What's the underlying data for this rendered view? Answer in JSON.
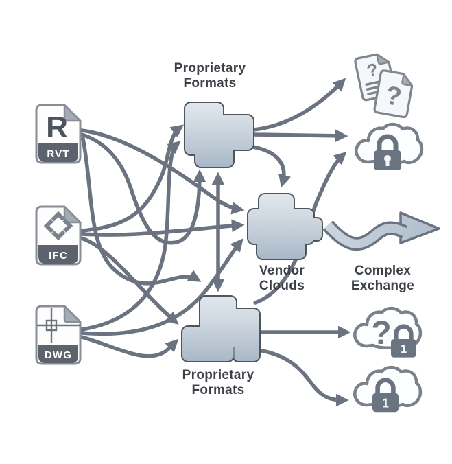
{
  "diagram": {
    "source_files": [
      {
        "id": "rvt",
        "label": "RVT",
        "glyph": "R",
        "icon": "revit-file-icon"
      },
      {
        "id": "ifc",
        "label": "IFC",
        "icon": "ifc-file-icon"
      },
      {
        "id": "dwg",
        "label": "DWG",
        "icon": "dwg-file-icon"
      }
    ],
    "nodes": {
      "proprietary_top": {
        "label": "Proprietary Formats"
      },
      "vendor_clouds": {
        "label": "Vendor Clouds"
      },
      "proprietary_bottom": {
        "label": "Proprietary Formats"
      },
      "complex_exchange": {
        "label": "Complex Exchange"
      }
    },
    "outputs": [
      {
        "id": "unknown-documents",
        "icon": "question-documents-icon"
      },
      {
        "id": "locked-cloud",
        "icon": "cloud-lock-icon"
      },
      {
        "id": "question-locked-cloud",
        "icon": "cloud-question-lock-icon",
        "badge": "1"
      },
      {
        "id": "locked-cloud-one",
        "icon": "cloud-lock-icon",
        "badge": "1"
      }
    ],
    "glyphs": {
      "question": "?",
      "one": "1"
    },
    "flows": [
      {
        "from": "rvt",
        "to": "proprietary_top"
      },
      {
        "from": "rvt",
        "to": "vendor_clouds"
      },
      {
        "from": "rvt",
        "to": "proprietary_bottom"
      },
      {
        "from": "ifc",
        "to": "proprietary_top"
      },
      {
        "from": "ifc",
        "to": "vendor_clouds"
      },
      {
        "from": "ifc",
        "to": "proprietary_bottom"
      },
      {
        "from": "dwg",
        "to": "proprietary_top"
      },
      {
        "from": "dwg",
        "to": "vendor_clouds"
      },
      {
        "from": "dwg",
        "to": "proprietary_bottom"
      },
      {
        "from": "proprietary_top",
        "to": "proprietary_bottom",
        "bidirectional": true
      },
      {
        "from": "proprietary_top",
        "to": "vendor_clouds"
      },
      {
        "from": "proprietary_top",
        "to": "unknown-documents"
      },
      {
        "from": "proprietary_top",
        "to": "locked-cloud"
      },
      {
        "from": "proprietary_bottom",
        "to": "locked-cloud"
      },
      {
        "from": "proprietary_bottom",
        "to": "question-locked-cloud"
      },
      {
        "from": "proprietary_bottom",
        "to": "locked-cloud-one"
      },
      {
        "from": "vendor_clouds",
        "to": "complex_exchange"
      }
    ],
    "colors": {
      "arrow": "#6b7380",
      "puzzle_light": "#e3e8ee",
      "puzzle_dark": "#a9b8c8",
      "puzzle_border": "#4f555c",
      "file_band": "#5d636c",
      "cloud_outline": "#79818b",
      "lock_fill": "#6a7480",
      "label_text": "#3c4147"
    }
  }
}
